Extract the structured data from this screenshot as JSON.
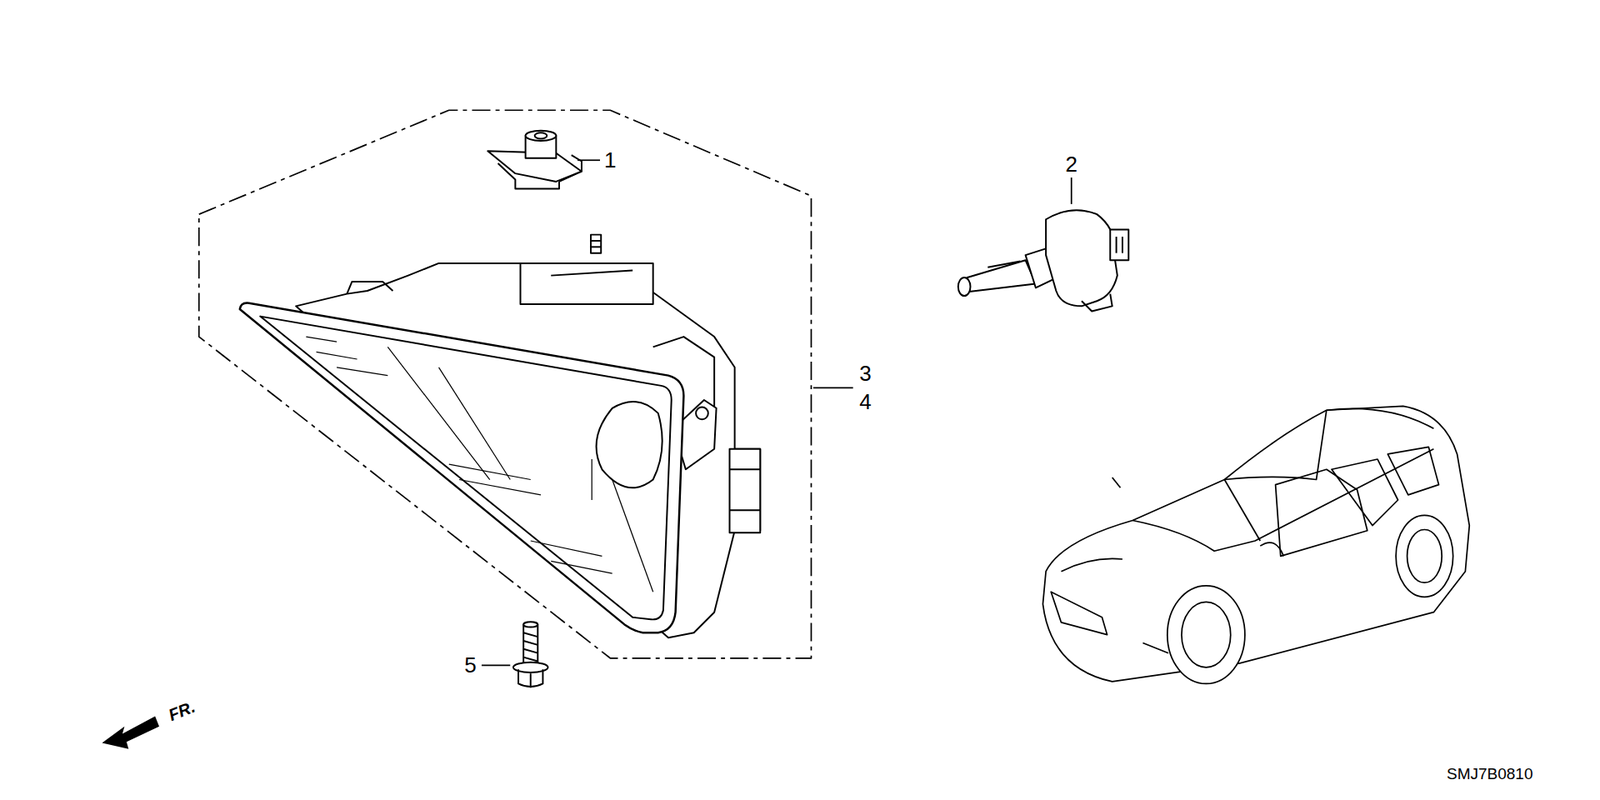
{
  "diagram": {
    "labels": [
      "1",
      "2",
      "3",
      "4",
      "5",
      "FR.",
      "SMJ7B0810"
    ]
  }
}
